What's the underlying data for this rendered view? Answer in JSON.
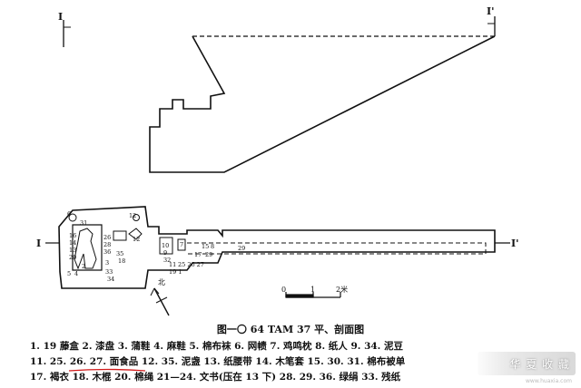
{
  "section_marks": {
    "profile_left": "I",
    "profile_right": "I'",
    "plan_left": "I",
    "plan_right": "I'"
  },
  "north_label": "北",
  "scale": {
    "zero": "0",
    "one": "1",
    "two": "2米"
  },
  "plan_labels": {
    "g6": "6",
    "g31": "31",
    "g16": "16",
    "g14": "14",
    "g13": "13",
    "g20": "20",
    "g2": "2",
    "g5": "5",
    "g4": "4",
    "g26": "26",
    "g28": "28",
    "g36": "36",
    "g3": "3",
    "g12a": "12",
    "g12b": "12",
    "g35": "35",
    "g18": "18",
    "g33": "33",
    "g34": "34",
    "g10": "10",
    "g9": "9",
    "g7": "7",
    "g29": "29",
    "g32": "32",
    "g11": "11",
    "g25_27": "25 26 27",
    "g19_1": "19 1",
    "g15": "15",
    "g8": "8",
    "g17": "17",
    "g29_ramp": "29"
  },
  "caption": "图一〇  64 TAM 37 平、剖面图",
  "legend": {
    "line1": "1. 19 藤盒   2. 漆盘   3. 蒲鞋   4. 麻鞋   5. 棉布袜   6. 网帻   7. 鸡鸣枕   8. 纸人   9. 34. 泥豆",
    "line2": "11. 25. 26. 27. 面食品   12. 35. 泥盏   13. 纸腰带   14. 木笔套   15. 30. 31. 棉布被单",
    "line3": "17. 褐衣   18. 木棍   20. 棉绳   21—24. 文书(压在 13 下)   28. 29. 36. 绿绢   33. 残纸"
  },
  "watermark": "华 夏 收 藏",
  "watermark_sub": "www.huaxia.com",
  "colors": {
    "ink": "#111111",
    "underline": "#d11a1a"
  }
}
